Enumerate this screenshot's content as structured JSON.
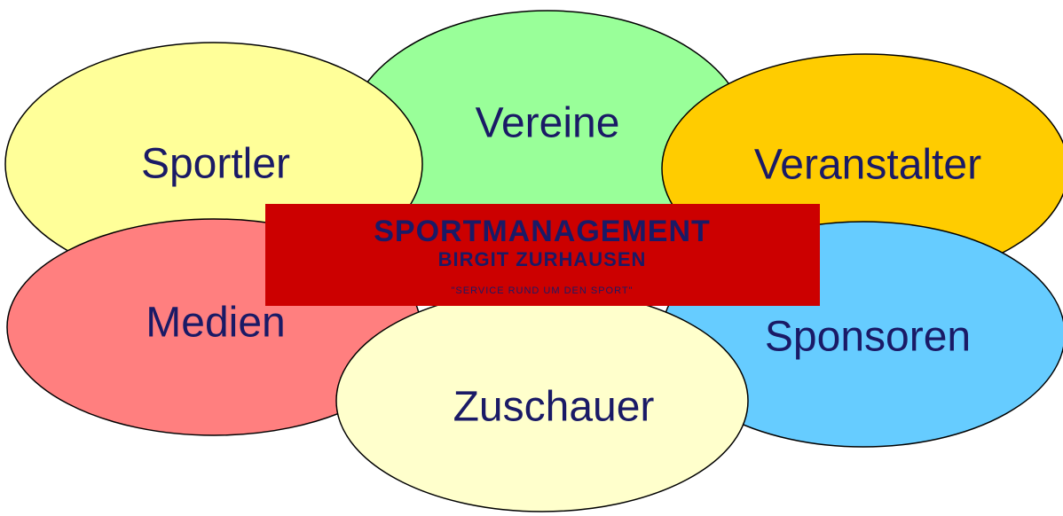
{
  "nodes": {
    "vereine": {
      "label": "Vereine",
      "color": "#99ff99"
    },
    "sportler": {
      "label": "Sportler",
      "color": "#ffff99"
    },
    "veranstalter": {
      "label": "Veranstalter",
      "color": "#ffcc00"
    },
    "medien": {
      "label": "Medien",
      "color": "#ff7f7f"
    },
    "sponsoren": {
      "label": "Sponsoren",
      "color": "#66ccff"
    },
    "zuschauer": {
      "label": "Zuschauer",
      "color": "#ffffcc"
    }
  },
  "banner": {
    "title": "SPORTMANAGEMENT",
    "subtitle": "BIRGIT ZURHAUSEN",
    "slogan": "\"SERVICE RUND UM DEN SPORT\"",
    "background_color": "#cc0000",
    "text_color": "#1a1a66"
  }
}
